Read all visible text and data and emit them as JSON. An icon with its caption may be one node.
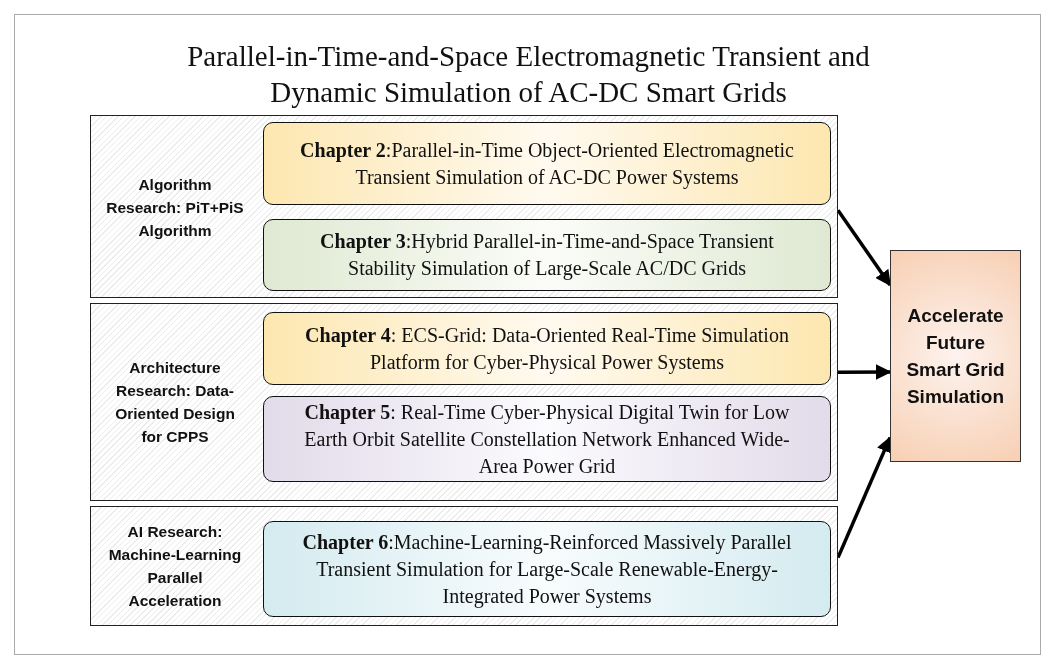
{
  "diagram": {
    "title": "Parallel-in-Time-and-Space Electromagnetic Transient and Dynamic Simulation of AC-DC Smart Grids",
    "nodes": [
      {
        "text": [
          "Algorithm Research: PiT+PiS Algorithm"
        ]
      },
      {
        "text": [
          "**Chapter 2**:Parallel-in-Time Object-Oriented Electromagnetic Transient Simulation of AC-DC Power Systems"
        ],
        "in": 0
      },
      {
        "text": [
          "**Chapter 3**:Hybrid Parallel-in-Time-and-Space Transient Stability Simulation of Large-Scale AC/DC Grids"
        ],
        "in": 0
      },
      {
        "text": [
          "Architecture Research: Data-Oriented Design for CPPS"
        ]
      },
      {
        "text": [
          "**Chapter 4**: ECS-Grid: Data-Oriented Real-Time Simulation Platform for Cyber-Physical Power Systems"
        ],
        "in": 3
      },
      {
        "text": [
          "**Chapter 5**: Real-Time Cyber-Physical Digital Twin for Low Earth Orbit Satellite Constellation Network Enhanced Wide-Area Power Grid"
        ],
        "in": 3
      },
      {
        "text": [
          "AI Research: Machine-Learning Parallel Acceleration"
        ]
      },
      {
        "text": [
          "**Chapter 6**:Machine-Learning-Reinforced Massively Parallel Transient Simulation for Large-Scale Renewable-Energy-Integrated Power Systems"
        ],
        "in": 6
      },
      {
        "text": [
          "Accelerate Future Smart Grid Simulation"
        ]
      }
    ],
    "edges": [
      {
        "from": 0,
        "to": 8,
        "arrow": "to"
      },
      {
        "from": 3,
        "to": 8,
        "arrow": "to"
      },
      {
        "from": 6,
        "to": 8,
        "arrow": "to"
      }
    ]
  }
}
